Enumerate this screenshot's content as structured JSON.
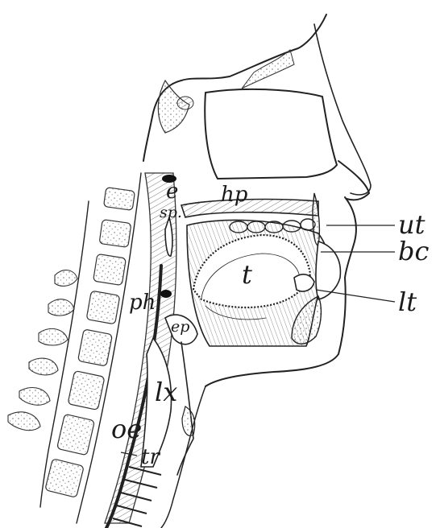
{
  "labels": {
    "e": "e",
    "hp": "hp",
    "sp": "sp.",
    "ut": "ut",
    "bc": "bc",
    "t": "t",
    "lt": "lt",
    "ph": "ph",
    "ep": "ep",
    "lx": "lx",
    "oe": "oe",
    "tr": "tr"
  }
}
